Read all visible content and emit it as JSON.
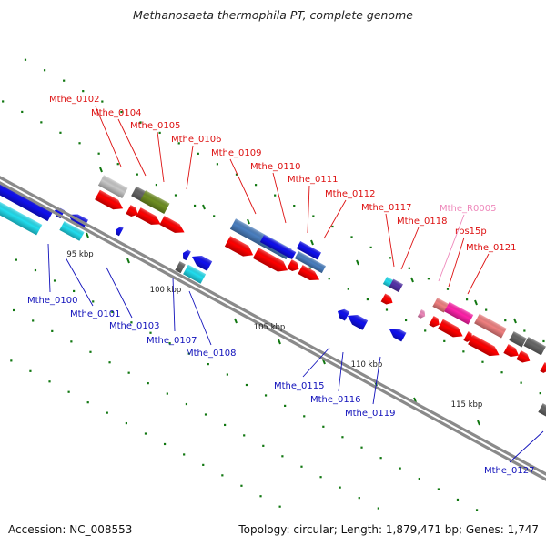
{
  "title": "Methanosaeta thermophila PT, complete genome",
  "footer": {
    "accession": "Accession: NC_008553",
    "topology": "Topology: circular; Length: 1,879,471 bp; Genes: 1,747"
  },
  "colors": {
    "forward_strand_label": "#dd1111",
    "reverse_strand_label": "#1111bb",
    "rna_label": "#ee88bb",
    "backbone": "#8a8a8a",
    "red_gene": "#ff0000",
    "blue_gene": "#1010ee",
    "cyan_gene": "#22ddee",
    "gray_gene": "#666666",
    "light_gray_gene": "#c8c8c8",
    "olive_gene": "#6f8f22",
    "magenta_gene": "#ff22aa",
    "pink_gene": "#f08080",
    "steel_blue_gene": "#4a7fc0",
    "purple_gene": "#5533aa"
  },
  "scale_labels": [
    "95 kbp",
    "100 kbp",
    "105 kbp",
    "110 kbp",
    "115 kbp"
  ],
  "gene_labels": [
    {
      "text": "Mthe_0102",
      "strand": "forward"
    },
    {
      "text": "Mthe_0104",
      "strand": "forward"
    },
    {
      "text": "Mthe_0105",
      "strand": "forward"
    },
    {
      "text": "Mthe_0106",
      "strand": "forward"
    },
    {
      "text": "Mthe_0109",
      "strand": "forward"
    },
    {
      "text": "Mthe_0110",
      "strand": "forward"
    },
    {
      "text": "Mthe_0111",
      "strand": "forward"
    },
    {
      "text": "Mthe_0112",
      "strand": "forward"
    },
    {
      "text": "Mthe_0117",
      "strand": "forward"
    },
    {
      "text": "Mthe_0118",
      "strand": "forward"
    },
    {
      "text": "Mthe_R0005",
      "strand": "rna"
    },
    {
      "text": "rps15p",
      "strand": "forward"
    },
    {
      "text": "Mthe_0121",
      "strand": "forward"
    },
    {
      "text": "Mthe_0100",
      "strand": "reverse"
    },
    {
      "text": "Mthe_0101",
      "strand": "reverse"
    },
    {
      "text": "Mthe_0103",
      "strand": "reverse"
    },
    {
      "text": "Mthe_0107",
      "strand": "reverse"
    },
    {
      "text": "Mthe_0108",
      "strand": "reverse"
    },
    {
      "text": "Mthe_0115",
      "strand": "reverse"
    },
    {
      "text": "Mthe_0116",
      "strand": "reverse"
    },
    {
      "text": "Mthe_0119",
      "strand": "reverse"
    },
    {
      "text": "Mthe_0127",
      "strand": "reverse"
    }
  ]
}
